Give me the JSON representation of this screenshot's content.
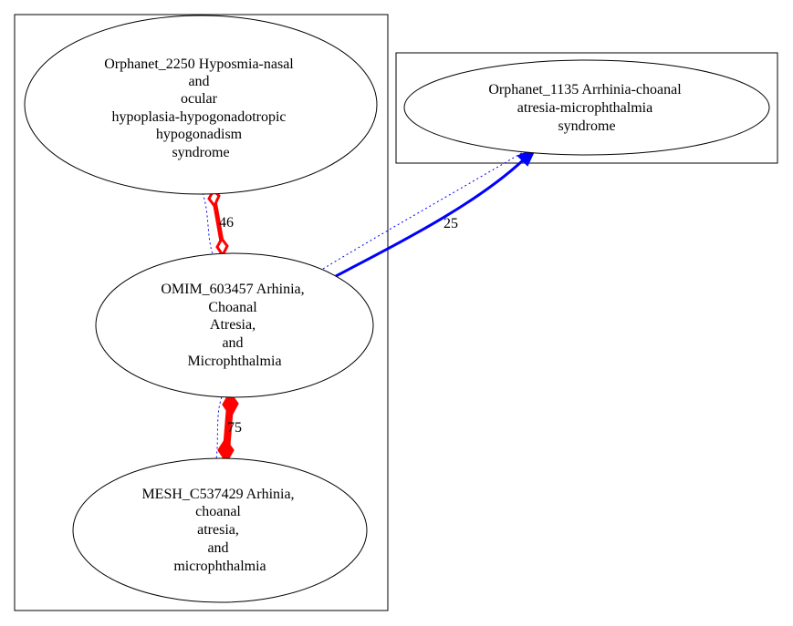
{
  "nodes": {
    "orphanet_2250": {
      "lines": [
        "Orphanet_2250 Hyposmia-nasal",
        "and",
        "ocular",
        "hypoplasia-hypogonadotropic",
        "hypogonadism",
        "syndrome"
      ]
    },
    "omim_603457": {
      "lines": [
        "OMIM_603457 Arhinia,",
        "Choanal",
        "Atresia,",
        "and",
        "Microphthalmia"
      ]
    },
    "mesh_c537429": {
      "lines": [
        "MESH_C537429 Arhinia,",
        "choanal",
        "atresia,",
        "and",
        "microphthalmia"
      ]
    },
    "orphanet_1135": {
      "lines": [
        "Orphanet_1135 Arrhinia-choanal",
        "atresia-microphthalmia",
        "syndrome"
      ]
    }
  },
  "edges": {
    "orphanet2250_omim": {
      "label": "46",
      "color": "#ff0000"
    },
    "omim_mesh": {
      "label": "75",
      "color": "#ff0000"
    },
    "omim_orphanet1135": {
      "label": "25",
      "color": "#0000ff"
    }
  },
  "colors": {
    "similarity_edge": "#ff0000",
    "directed_edge": "#0000ff",
    "dotted_edge": "#0000ff"
  }
}
